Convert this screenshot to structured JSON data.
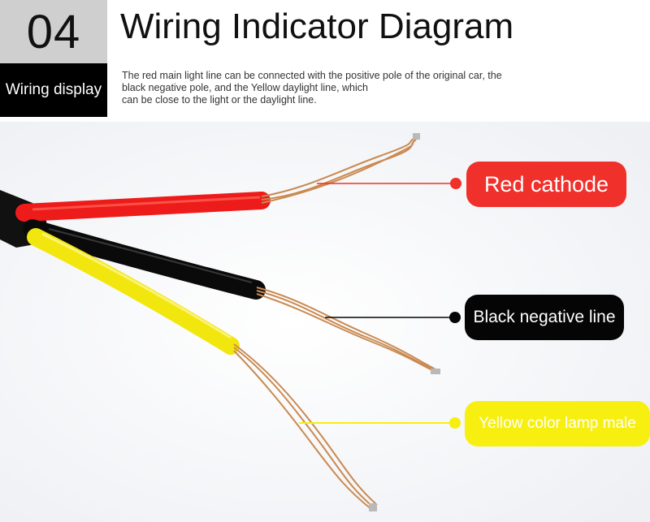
{
  "header": {
    "number": "04",
    "tag": "Wiring display",
    "title": "Wiring Indicator Diagram",
    "description": [
      "The red main light line can be connected with the positive pole of the original car, the",
      "black negative pole, and the Yellow daylight line, which",
      "can be close to the light or the daylight line."
    ]
  },
  "labels": {
    "red": "Red cathode",
    "black": "Black negative line",
    "yellow": "Yellow color lamp male"
  },
  "colors": {
    "red": "#f0302b",
    "black": "#050505",
    "yellow": "#f7ef10",
    "copper": "#c98a52",
    "header_gray": "#cfcfcf"
  }
}
